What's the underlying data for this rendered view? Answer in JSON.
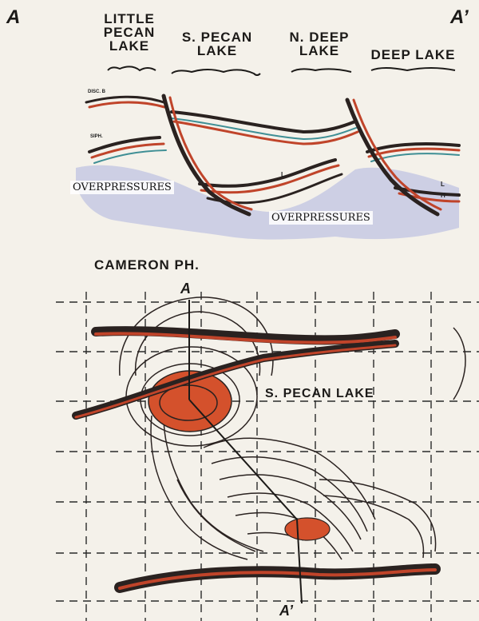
{
  "section_label_start": "A",
  "section_label_end": "A’",
  "fields": [
    {
      "label": "LITTLE\nPECAN\nLAKE"
    },
    {
      "label": "S. PECAN\nLAKE"
    },
    {
      "label": "N. DEEP\nLAKE"
    },
    {
      "label": "DEEP LAKE"
    }
  ],
  "horizons": {
    "upper": "DISC. B",
    "lower": "SIPH."
  },
  "overpressure_labels": [
    "OVERPRESSURES",
    "OVERPRESSURES"
  ],
  "fault_marks": {
    "left": "L",
    "right_l": "L",
    "right_h": "H"
  },
  "map": {
    "title": "CAMERON PH.",
    "field_label": "S. PECAN LAKE",
    "line_start": "A",
    "line_end": "A’"
  },
  "colors": {
    "bed_red": "#c0442a",
    "bed_dark": "#2a2220",
    "overpressure": "#aab0d8",
    "teal": "#3f8f95"
  }
}
